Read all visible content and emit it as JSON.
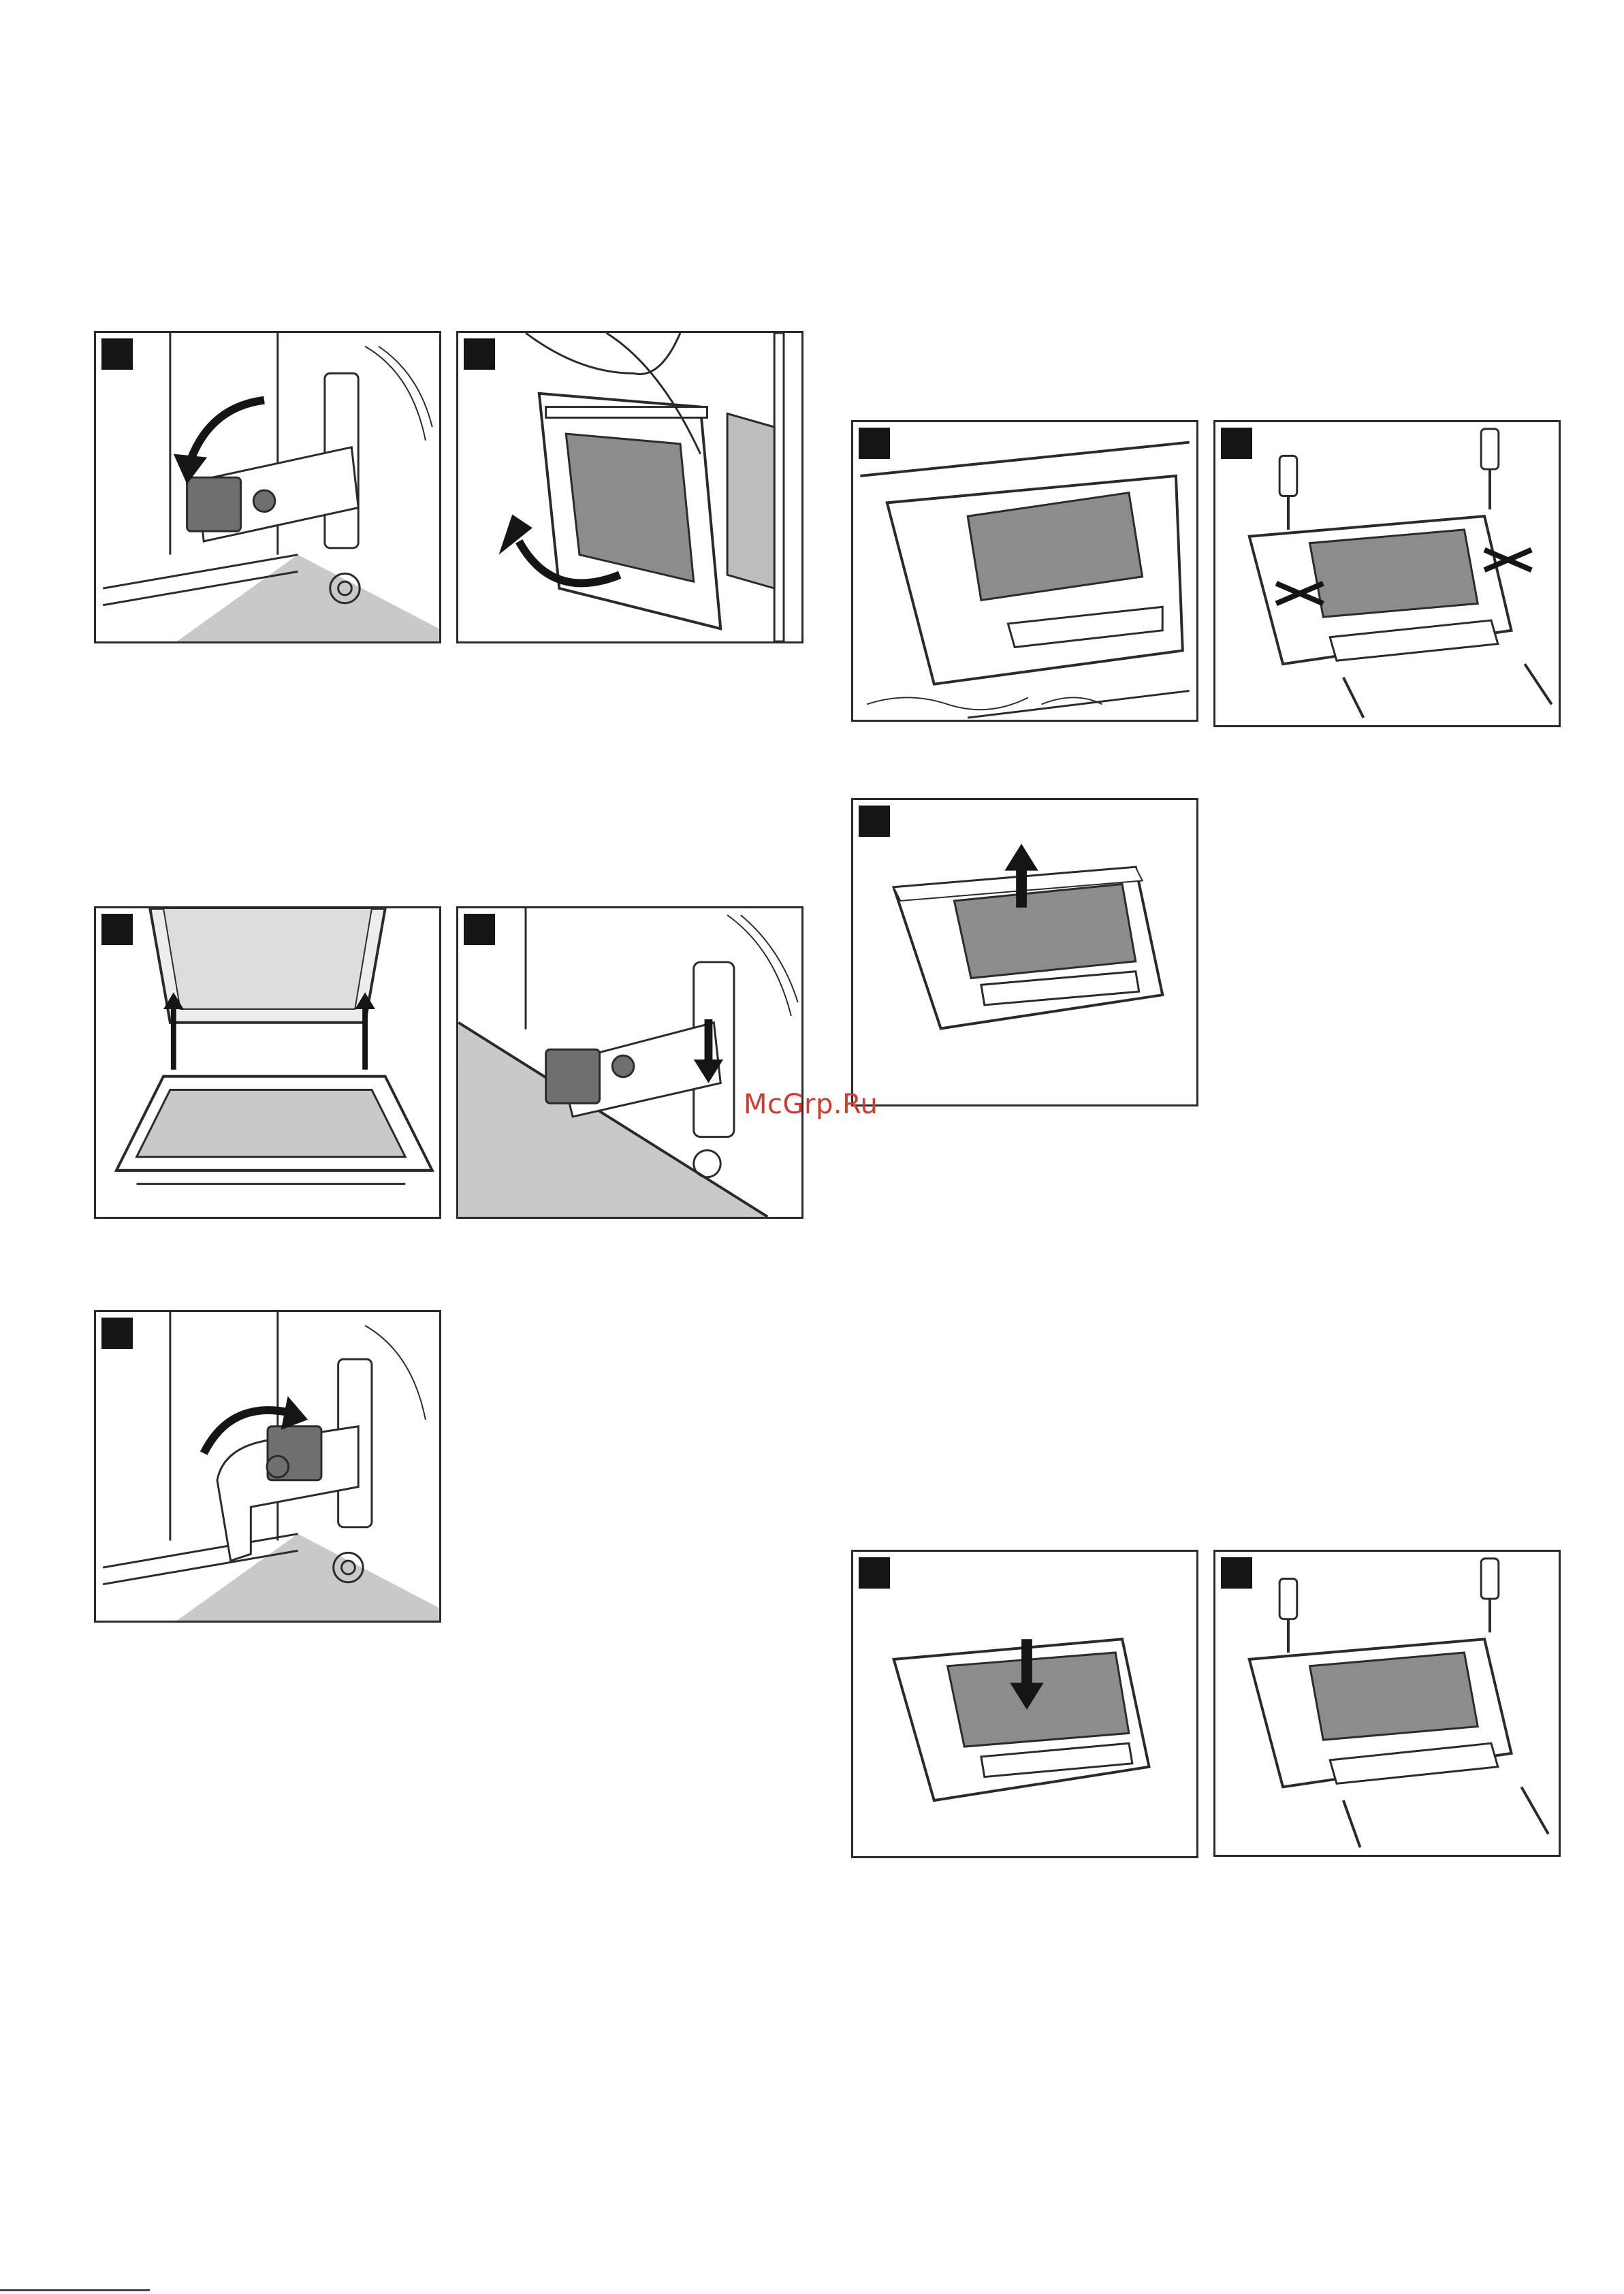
{
  "watermark": "McGrp.Ru",
  "colors": {
    "frame": "#2a2a2a",
    "marker": "#151515",
    "floor_grey": "#c9c9c9",
    "hinge_grey": "#6f6f6f",
    "glass_light": "#ededed",
    "glass_dark": "#8c8c8c",
    "watermark": "#d23a2e"
  },
  "illustrations": [
    {
      "id": "hinge-lever-open",
      "icon": "hinge-lever-open-icon"
    },
    {
      "id": "door-removal",
      "icon": "door-lift-off-icon"
    },
    {
      "id": "door-refit",
      "icon": "door-hinge-insert-icon"
    },
    {
      "id": "hinge-lever-lowered",
      "icon": "hinge-lever-down-icon"
    },
    {
      "id": "hinge-lever-close",
      "icon": "hinge-lever-close-icon"
    },
    {
      "id": "door-panel-lying",
      "icon": "door-panel-icon"
    },
    {
      "id": "door-panel-screws-out",
      "icon": "screwdriver-icon"
    },
    {
      "id": "inner-glass-removal",
      "icon": "glass-lift-up-icon"
    },
    {
      "id": "inner-glass-insert",
      "icon": "glass-insert-down-icon"
    },
    {
      "id": "door-panel-screws-in",
      "icon": "screwdriver-icon"
    }
  ]
}
